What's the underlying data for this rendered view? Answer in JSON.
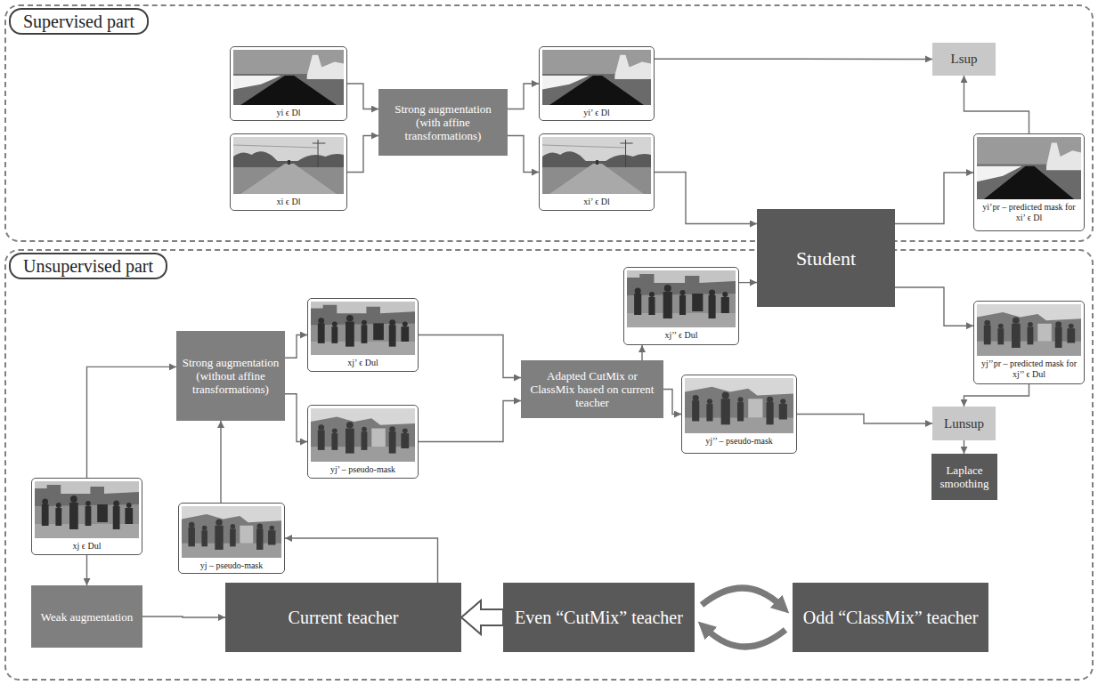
{
  "diagram": {
    "nodes": [
      {
        "text": [
          "Supervised part"
        ]
      },
      {
        "text": [
          "Unsupervised part"
        ]
      },
      {
        "text": [
          "yi ϵ Dl"
        ],
        "in": 0
      },
      {
        "text": [
          "xi ϵ Dl"
        ],
        "in": 0
      },
      {
        "text": [
          "Strong augmentation (with affine transformations)"
        ],
        "in": 0
      },
      {
        "text": [
          "yi’ ϵ Dl"
        ],
        "in": 0
      },
      {
        "text": [
          "xi’ ϵ Dl"
        ],
        "in": 0
      },
      {
        "text": [
          "Lsup"
        ],
        "in": 0
      },
      {
        "text": [
          "yi’pr – predicted mask for xi’ ϵ Dl"
        ],
        "in": 0
      },
      {
        "text": [
          "Student"
        ]
      },
      {
        "text": [
          "xj’’ ϵ Dul"
        ],
        "in": 1
      },
      {
        "text": [
          "yj’’pr – predicted mask for xj’’ ϵ Dul"
        ],
        "in": 1
      },
      {
        "text": [
          "Strong augmentation (without affine transformations)"
        ],
        "in": 1
      },
      {
        "text": [
          "xj’ ϵ Dul"
        ],
        "in": 1
      },
      {
        "text": [
          "Adapted CutMix or ClassMix based on current teacher"
        ],
        "in": 1
      },
      {
        "text": [
          "yj’’ – pseudo-mask"
        ],
        "in": 1
      },
      {
        "text": [
          "Lunsup"
        ],
        "in": 1
      },
      {
        "text": [
          "yj’ – pseudo-mask"
        ],
        "in": 1
      },
      {
        "text": [
          "Laplace smoothing"
        ],
        "in": 1
      },
      {
        "text": [
          "xj ϵ Dul"
        ],
        "in": 1
      },
      {
        "text": [
          "yj – pseudo-mask"
        ],
        "in": 1
      },
      {
        "text": [
          "Weak augmentation"
        ],
        "in": 1
      },
      {
        "text": [
          "Current teacher"
        ],
        "in": 1
      },
      {
        "text": [
          "Even “CutMix” teacher"
        ],
        "in": 1
      },
      {
        "text": [
          "Odd “ClassMix” teacher"
        ],
        "in": 1
      }
    ],
    "edges": [
      {
        "from": 2,
        "to": 4,
        "arrow": "to"
      },
      {
        "from": 3,
        "to": 4,
        "arrow": "to"
      },
      {
        "from": 4,
        "to": 5,
        "arrow": "to"
      },
      {
        "from": 4,
        "to": 6,
        "arrow": "to"
      },
      {
        "from": 5,
        "to": 7,
        "arrow": "to"
      },
      {
        "from": 6,
        "to": 9,
        "arrow": "to"
      },
      {
        "from": 9,
        "to": 8,
        "arrow": "to"
      },
      {
        "from": 8,
        "to": 7,
        "arrow": "to"
      },
      {
        "from": 19,
        "to": 12,
        "arrow": "to"
      },
      {
        "from": 12,
        "to": 13,
        "arrow": "to"
      },
      {
        "from": 12,
        "to": 17,
        "arrow": "to"
      },
      {
        "from": 13,
        "to": 14,
        "arrow": "to"
      },
      {
        "from": 17,
        "to": 14,
        "arrow": "to"
      },
      {
        "from": 14,
        "to": 10,
        "arrow": "to"
      },
      {
        "from": 14,
        "to": 15,
        "arrow": "to"
      },
      {
        "from": 10,
        "to": 9,
        "arrow": "to"
      },
      {
        "from": 9,
        "to": 11,
        "arrow": "to"
      },
      {
        "from": 11,
        "to": 16,
        "arrow": "to"
      },
      {
        "from": 15,
        "to": 16,
        "arrow": "to"
      },
      {
        "from": 16,
        "to": 18,
        "arrow": "to"
      },
      {
        "from": 19,
        "to": 21,
        "arrow": "to"
      },
      {
        "from": 21,
        "to": 22,
        "arrow": "to"
      },
      {
        "from": 22,
        "to": 20,
        "arrow": "to"
      },
      {
        "from": 20,
        "to": 12,
        "arrow": "to"
      },
      {
        "from": 23,
        "to": 22,
        "arrow": "to"
      },
      {
        "from": 23,
        "to": 24,
        "arrow": "both"
      }
    ]
  }
}
